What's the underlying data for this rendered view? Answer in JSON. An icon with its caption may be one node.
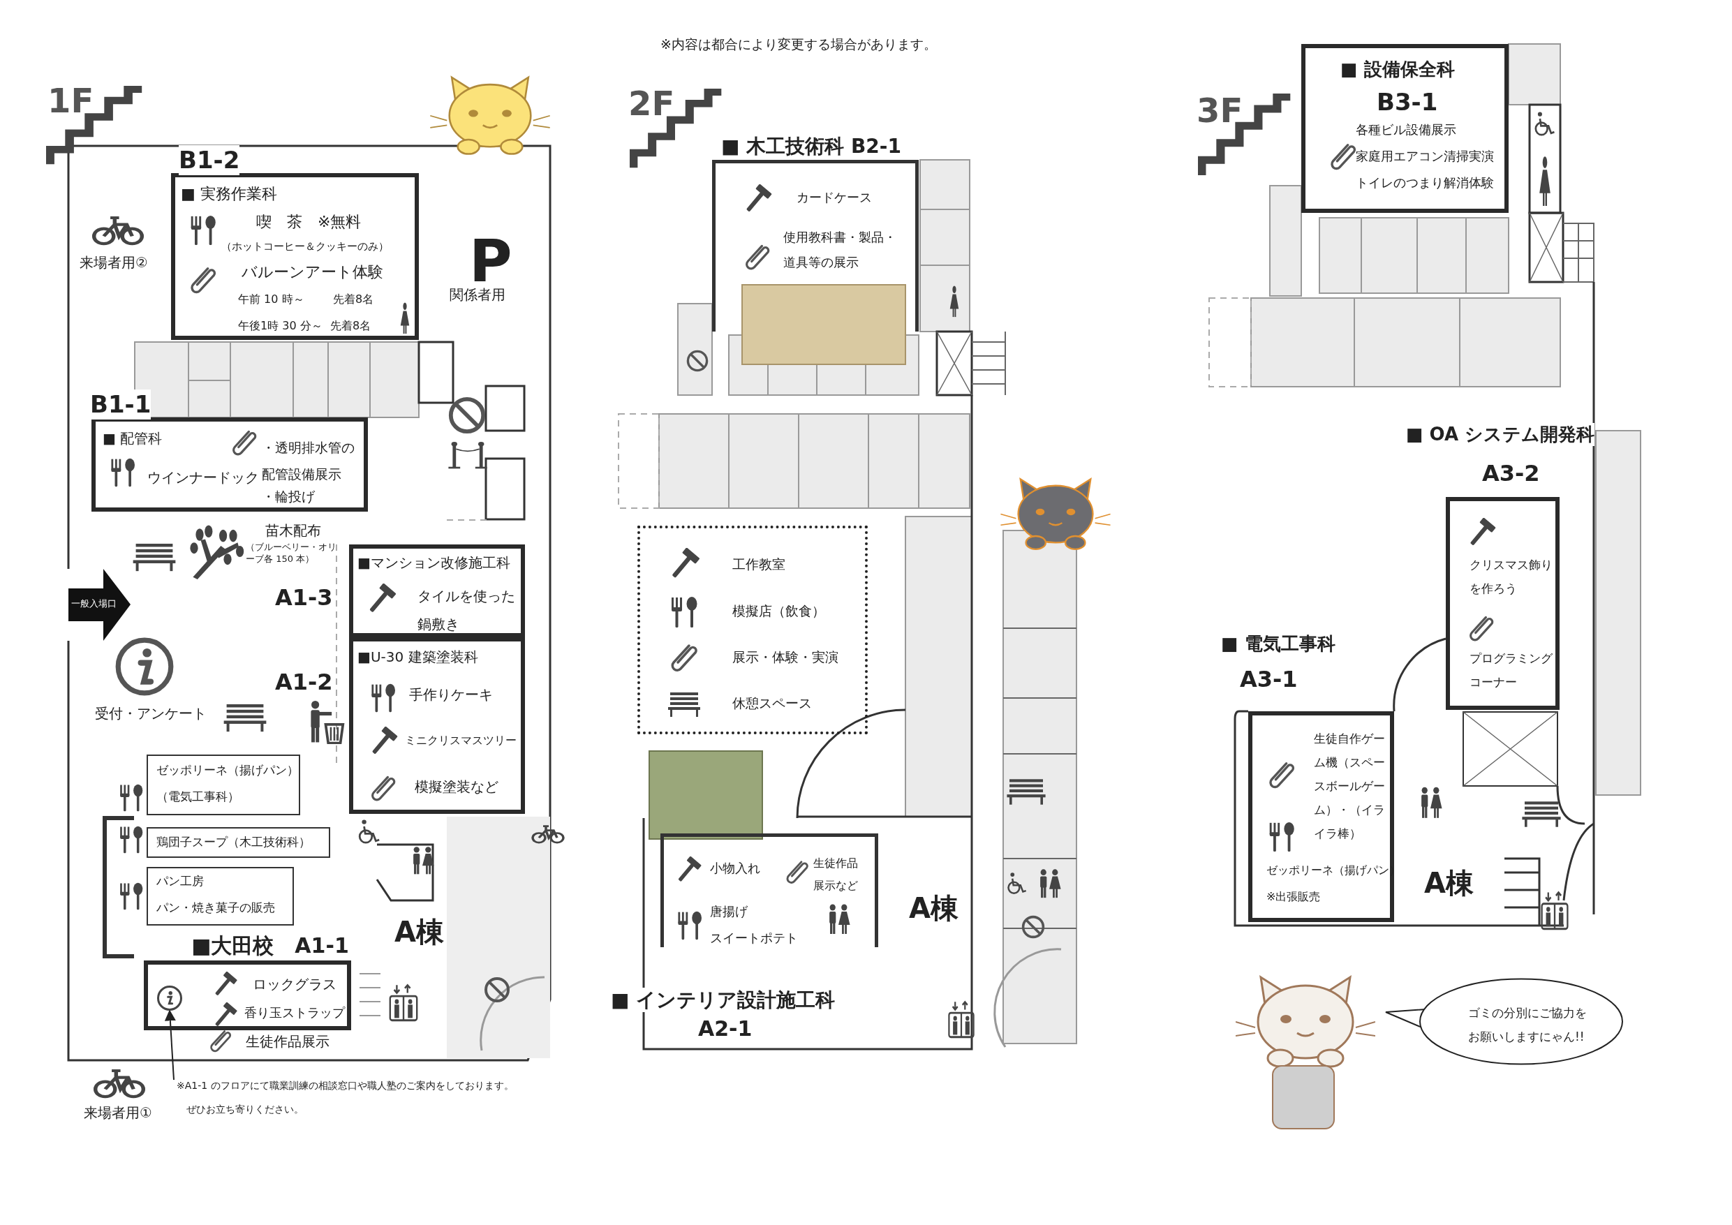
{
  "diagram": {
    "nodes": [
      {
        "text": [
          "■ 実務作業科",
          "喫　茶　※無料",
          "（ホットコーヒー＆クッキーのみ）",
          "バルーンアート体験",
          "午前 10 時～",
          "先着8名",
          "午後1時 30 分～",
          "先着8名"
        ],
        "beside": [
          "B1-2"
        ]
      },
      {
        "text": [
          "■ 配管科",
          "ウインナードック",
          "・透明排水管の配管設備展示",
          "・輪投げ"
        ],
        "beside": [
          "B1-1"
        ]
      },
      {
        "text": [
          "■マンション改修施工科",
          "タイルを使った鍋敷き"
        ],
        "beside": [
          "A1-3"
        ]
      },
      {
        "text": [
          "■U-30 建築塗装科",
          "手作りケーキ",
          "ミニクリスマスツリー",
          "模擬塗装など"
        ],
        "beside": [
          "A1-2"
        ]
      },
      {
        "text": [
          "ゼッポリーネ（揚げパン）",
          "（電気工事科）"
        ]
      },
      {
        "text": [
          "鶏団子スープ（木工技術科）"
        ]
      },
      {
        "text": [
          "パン工房",
          "パン・焼き菓子の販売"
        ]
      },
      {
        "text": [
          "■大田校　A1-1",
          "ロックグラス",
          "香り玉ストラップ"
        ]
      },
      {
        "text": [],
        "shape": "circle",
        "in": 7
      },
      {
        "text": [
          "※A1-1 のフロアにて職業訓練の相談窓口や職人塾のご案内をしております。",
          "ぜひお立ち寄りください。"
        ]
      },
      {
        "text": [
          "一般入場口"
        ]
      },
      {
        "text": [
          "■ 木工技術科 B2-1",
          "カードケース",
          "使用教科書・製品・道具等の展示"
        ]
      },
      {
        "text": [
          "小物入れ",
          "生徒作品展示など",
          "唐揚げ",
          "スイートポテト",
          "■ インテリア設計施工科",
          "A2-1"
        ]
      },
      {
        "text": [
          "■ 設備保全科",
          "B3-1",
          "各種ビル設備展示",
          "家庭用エアコン清掃実演",
          "トイレのつまり解消体験"
        ]
      },
      {
        "text": [
          "■ OA システム開発科",
          "A3-2",
          "クリスマス飾りを作ろう",
          "プログラミングコーナー"
        ]
      },
      {
        "text": [
          "■ 電気工事科",
          "A3-1",
          "生徒自作ゲーム機（スペースボールゲーム）・（イライラ棒）",
          "ゼッポリーネ（揚げパン）",
          "※出張販売"
        ]
      },
      {
        "text": [
          "ゴミの分別にご協力をお願いしますにゃん!!"
        ]
      }
    ],
    "edges": [
      {
        "from": 9,
        "to": 8,
        "arrow": "to"
      }
    ],
    "labels": [
      "※内容は都合により変更する場合があります。",
      "1F",
      "来場者用②",
      "P",
      "関係者用",
      "苗木配布",
      "（ブルーベリー・オリーブ各 150 本）",
      "受付・アンケート",
      "A棟",
      "生徒作品展示",
      "来場者用①",
      "2F",
      "A棟",
      "3F",
      "A棟"
    ],
    "legend": [
      {
        "text": "工作教室"
      },
      {
        "text": "模擬店（飲食）"
      },
      {
        "text": "展示・体験・実演"
      },
      {
        "text": "休憩スペース"
      }
    ]
  }
}
